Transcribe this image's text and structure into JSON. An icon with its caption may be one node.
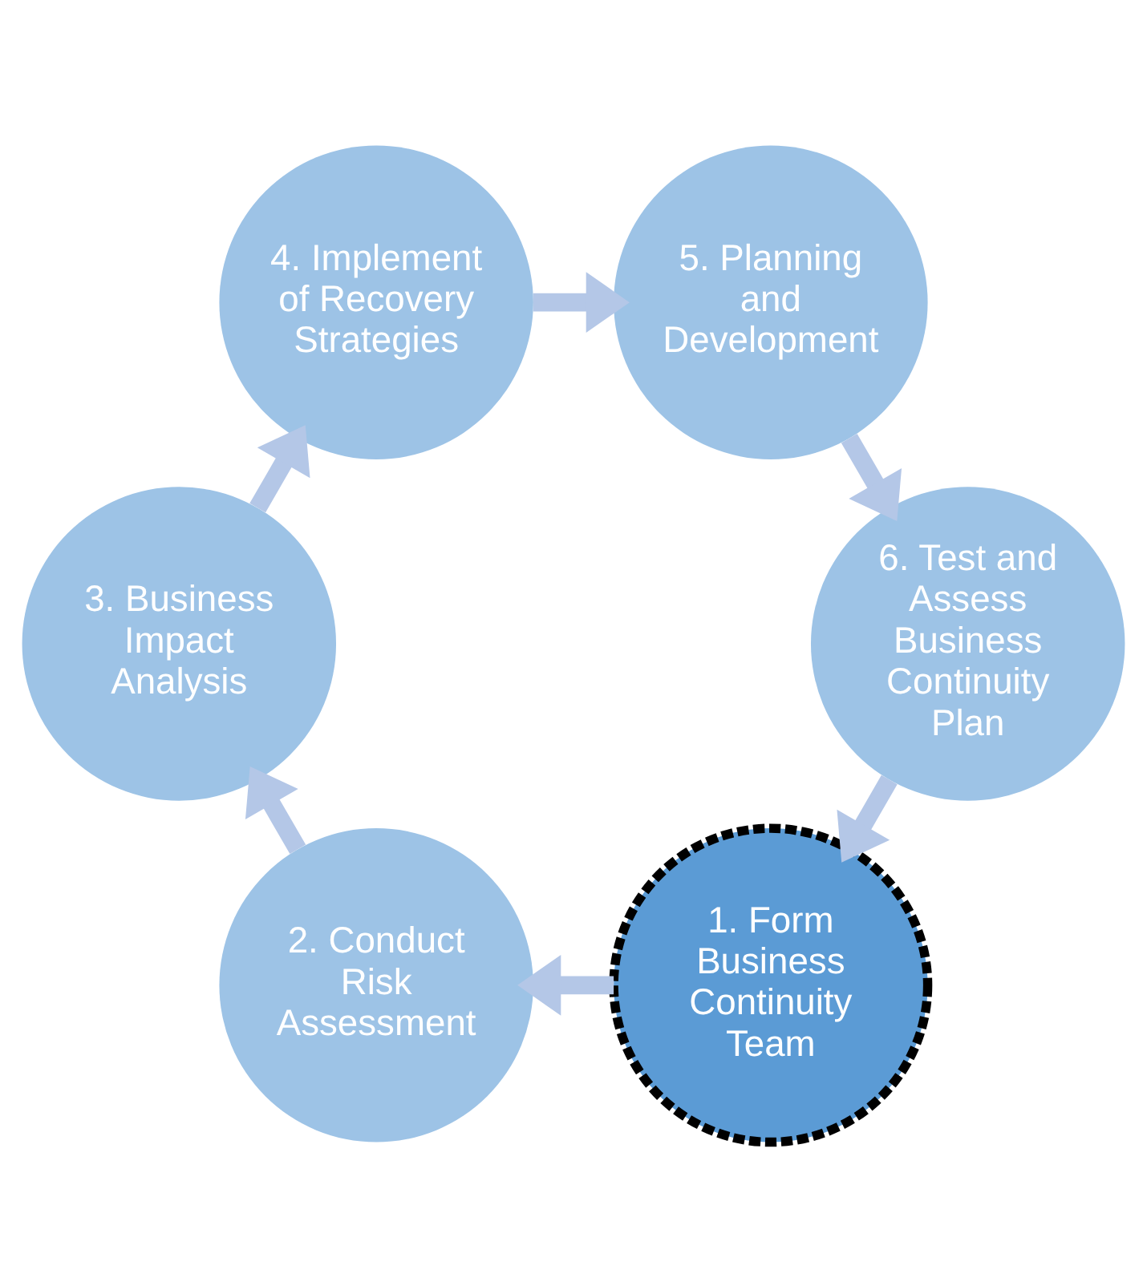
{
  "diagram": {
    "nodes": [
      {
        "text": [
          "1. Form Business Continuity Team"
        ]
      },
      {
        "text": [
          "2. Conduct Risk Assessment"
        ]
      },
      {
        "text": [
          "3. Business Impact Analysis"
        ]
      },
      {
        "text": [
          "4. Implement of Recovery Strategies"
        ]
      },
      {
        "text": [
          "5. Planning and Development"
        ]
      },
      {
        "text": [
          "6. Test and Assess Business Continuity Plan"
        ]
      }
    ],
    "edges": [
      {
        "from": 0,
        "to": 1,
        "arrow": "to"
      },
      {
        "from": 1,
        "to": 2,
        "arrow": "to"
      },
      {
        "from": 2,
        "to": 3,
        "arrow": "to"
      },
      {
        "from": 3,
        "to": 4,
        "arrow": "to"
      },
      {
        "from": 4,
        "to": 5,
        "arrow": "to"
      },
      {
        "from": 5,
        "to": 0,
        "arrow": "to"
      }
    ]
  }
}
